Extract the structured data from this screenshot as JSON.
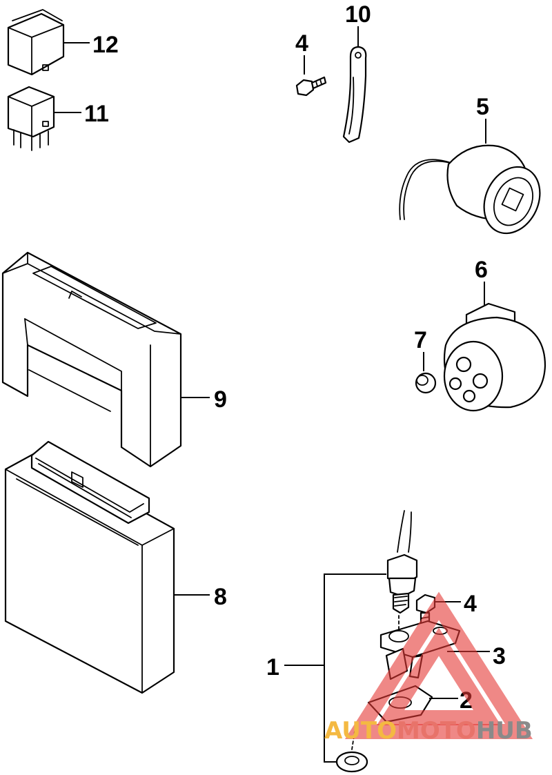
{
  "callouts": [
    {
      "id": "c12",
      "text": "12",
      "part": "relay (large)"
    },
    {
      "id": "c11",
      "text": "11",
      "part": "relay (small)"
    },
    {
      "id": "c10",
      "text": "10"
    },
    {
      "id": "c4a",
      "text": "4"
    },
    {
      "id": "c5",
      "text": "5"
    },
    {
      "id": "c6",
      "text": "6"
    },
    {
      "id": "c7",
      "text": "7"
    },
    {
      "id": "c9",
      "text": "9"
    },
    {
      "id": "c8",
      "text": "8"
    },
    {
      "id": "c4b",
      "text": "4"
    },
    {
      "id": "c3",
      "text": "3"
    },
    {
      "id": "c1",
      "text": "1"
    },
    {
      "id": "c2",
      "text": "2"
    }
  ],
  "watermark": {
    "part1": "AUTO",
    "part2": "MOTO",
    "part3": "HUB",
    "colors": {
      "part1": "#f4b942",
      "part2": "#e8736a",
      "part3": "#8a8a8a",
      "triangle": "#e53935"
    }
  }
}
